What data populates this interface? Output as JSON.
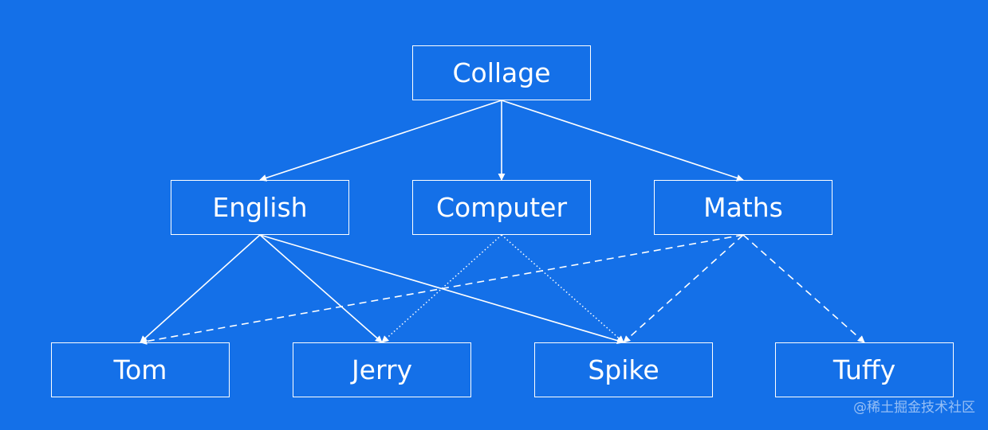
{
  "nodes": {
    "collage": "Collage",
    "english": "English",
    "computer": "Computer",
    "maths": "Maths",
    "tom": "Tom",
    "jerry": "Jerry",
    "spike": "Spike",
    "tuffy": "Tuffy"
  },
  "edges": [
    {
      "from": "collage",
      "to": "english",
      "style": "solid"
    },
    {
      "from": "collage",
      "to": "computer",
      "style": "solid"
    },
    {
      "from": "collage",
      "to": "maths",
      "style": "solid"
    },
    {
      "from": "english",
      "to": "tom",
      "style": "solid"
    },
    {
      "from": "english",
      "to": "jerry",
      "style": "solid"
    },
    {
      "from": "english",
      "to": "spike",
      "style": "solid"
    },
    {
      "from": "computer",
      "to": "jerry",
      "style": "dotted"
    },
    {
      "from": "computer",
      "to": "spike",
      "style": "dotted"
    },
    {
      "from": "maths",
      "to": "tom",
      "style": "dashed"
    },
    {
      "from": "maths",
      "to": "spike",
      "style": "dashed"
    },
    {
      "from": "maths",
      "to": "tuffy",
      "style": "dashed"
    }
  ],
  "watermark": "@稀土掘金技术社区",
  "colors": {
    "background": "#1470e8",
    "stroke": "#ffffff"
  }
}
